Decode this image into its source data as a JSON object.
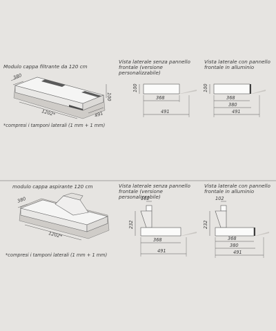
{
  "section1": {
    "title": "Modulo cappa filtrante da 120 cm",
    "footnote": "*compresi i tamponi laterali (1 mm + 1 mm)",
    "iso_dims": {
      "depth": "380",
      "width": "1202*",
      "height": "100",
      "side": "491"
    },
    "side_view_1": {
      "title": "Vista laterale senza pannello frontale (versione personalizzabile)",
      "dims": {
        "height": "100",
        "body": "368",
        "total": "491"
      }
    },
    "side_view_2": {
      "title": "Vista laterale con pannello frontale in alluminio",
      "dims": {
        "height": "100",
        "body": "368",
        "panel": "380",
        "total": "491"
      }
    }
  },
  "section2": {
    "title": "modulo cappa aspirante 120 cm",
    "footnote": "*compresi i tamponi laterali (1 mm + 1 mm)",
    "iso_dims": {
      "depth": "380",
      "width": "1202*"
    },
    "side_view_1": {
      "title": "Vista laterale senza pannello frontale (versione personalizzabile)",
      "dims": {
        "flue": "102",
        "height": "232",
        "body": "368",
        "total": "491"
      }
    },
    "side_view_2": {
      "title": "Vista laterale con pannello frontale in alluminio",
      "dims": {
        "flue": "102",
        "height": "232",
        "body": "368",
        "panel": "380",
        "total": "491"
      }
    }
  },
  "colors": {
    "background": "#e6e4e1",
    "line": "#555555",
    "body_fill": "#fbfbfa",
    "shadow": "#c9c6c2",
    "dark_panel": "#3d3d3d"
  }
}
